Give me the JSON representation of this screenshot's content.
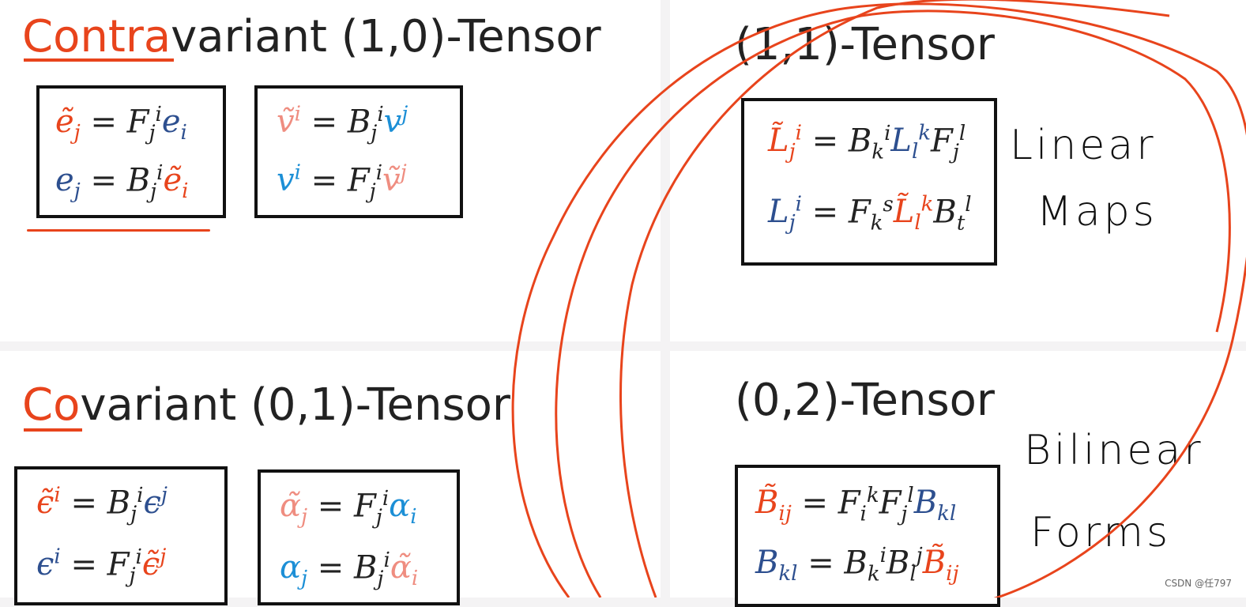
{
  "titles": {
    "contra_hl": "Contra",
    "contra_rest": "variant (1,0)-Tensor",
    "mixed": "(1,1)-Tensor",
    "co_hl": "Co",
    "co_rest": "variant (0,1)-Tensor",
    "bilinear": "(0,2)-Tensor"
  },
  "handwriting": {
    "linear": "Linear",
    "maps": "Maps",
    "bilinear": "Bilinear",
    "forms": "Forms"
  },
  "watermark": "CSDN @任797",
  "colors": {
    "highlight": "#e8441c",
    "pink": "#ef8d80",
    "blue": "#2d4f8f",
    "cyan": "#1c8fd6"
  }
}
